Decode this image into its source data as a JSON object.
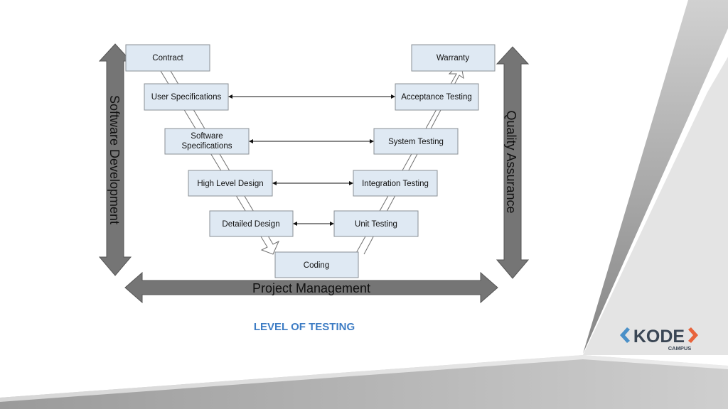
{
  "diagram": {
    "left_boxes": [
      {
        "id": "contract",
        "lines": [
          "Contract"
        ]
      },
      {
        "id": "user-spec",
        "lines": [
          "User Specifications"
        ]
      },
      {
        "id": "software-spec",
        "lines": [
          "Software",
          "Specifications"
        ]
      },
      {
        "id": "high-level-design",
        "lines": [
          "High Level Design"
        ]
      },
      {
        "id": "detailed-design",
        "lines": [
          "Detailed Design"
        ]
      }
    ],
    "right_boxes": [
      {
        "id": "warranty",
        "lines": [
          "Warranty"
        ]
      },
      {
        "id": "acceptance-testing",
        "lines": [
          "Acceptance Testing"
        ]
      },
      {
        "id": "system-testing",
        "lines": [
          "System Testing"
        ]
      },
      {
        "id": "integration-testing",
        "lines": [
          "Integration Testing"
        ]
      },
      {
        "id": "unit-testing",
        "lines": [
          "Unit Testing"
        ]
      }
    ],
    "bottom_box": {
      "id": "coding",
      "lines": [
        "Coding"
      ]
    },
    "left_axis_label": "Software Development",
    "right_axis_label": "Quality Assurance",
    "bottom_axis_label": "Project Management"
  },
  "caption": "LEVEL OF TESTING",
  "logo": {
    "main": "KODE",
    "sub": "CAMPUS"
  },
  "colors": {
    "box_fill": "#dfe9f3",
    "arrow_fill": "#757575",
    "caption": "#3d7cc4",
    "logo_dark": "#3a4654",
    "logo_accent": "#e8643c",
    "logo_blue": "#4a90c8"
  }
}
